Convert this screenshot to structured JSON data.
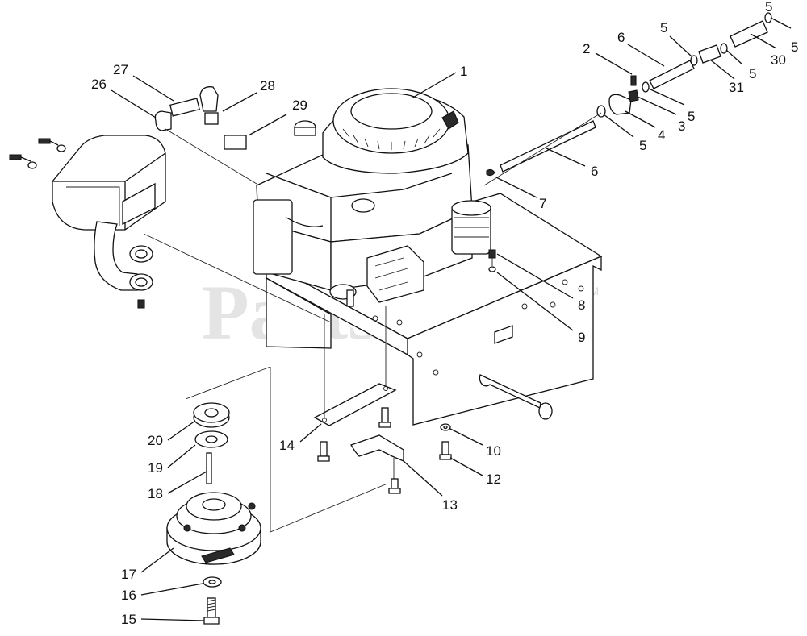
{
  "watermark": {
    "text": "PartsTree",
    "tm": "TM"
  },
  "callouts": [
    {
      "id": "c1",
      "label": "1"
    },
    {
      "id": "c2",
      "label": "2"
    },
    {
      "id": "c3",
      "label": "3"
    },
    {
      "id": "c4",
      "label": "4"
    },
    {
      "id": "c5a",
      "label": "5"
    },
    {
      "id": "c5b",
      "label": "5"
    },
    {
      "id": "c5c",
      "label": "5"
    },
    {
      "id": "c5d",
      "label": "5"
    },
    {
      "id": "c5e",
      "label": "5"
    },
    {
      "id": "c5f",
      "label": "5"
    },
    {
      "id": "c6a",
      "label": "6"
    },
    {
      "id": "c6b",
      "label": "6"
    },
    {
      "id": "c7",
      "label": "7"
    },
    {
      "id": "c8",
      "label": "8"
    },
    {
      "id": "c9",
      "label": "9"
    },
    {
      "id": "c10",
      "label": "10"
    },
    {
      "id": "c12",
      "label": "12"
    },
    {
      "id": "c13",
      "label": "13"
    },
    {
      "id": "c14",
      "label": "14"
    },
    {
      "id": "c15",
      "label": "15"
    },
    {
      "id": "c16",
      "label": "16"
    },
    {
      "id": "c17",
      "label": "17"
    },
    {
      "id": "c18",
      "label": "18"
    },
    {
      "id": "c19",
      "label": "19"
    },
    {
      "id": "c20",
      "label": "20"
    },
    {
      "id": "c26",
      "label": "26"
    },
    {
      "id": "c27",
      "label": "27"
    },
    {
      "id": "c28",
      "label": "28"
    },
    {
      "id": "c29",
      "label": "29"
    },
    {
      "id": "c30",
      "label": "30"
    },
    {
      "id": "c31",
      "label": "31"
    }
  ]
}
